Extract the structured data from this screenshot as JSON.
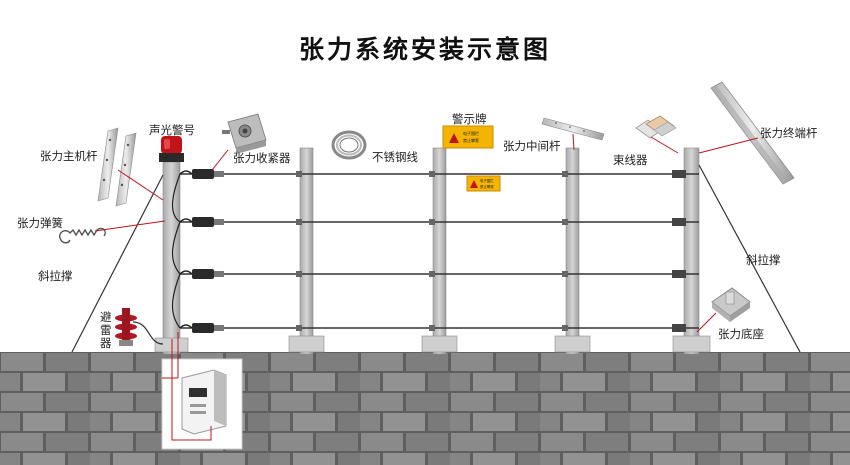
{
  "diagram": {
    "title": "张力系统安装示意图",
    "labels": {
      "main_pole": "张力主机杆",
      "alarm": "声光警号",
      "collector": "张力收紧器",
      "wire": "不锈钢线",
      "sign": "警示牌",
      "middle_pole": "张力中间杆",
      "bundler": "束线器",
      "end_pole": "张力终端杆",
      "spring": "张力弹簧",
      "brace_left": "斜拉撑",
      "brace_right": "斜拉撑",
      "arrester": "避雷器",
      "base": "张力底座"
    },
    "sign_text": {
      "line1": "电子围栏",
      "line2": "禁止攀爬"
    }
  }
}
